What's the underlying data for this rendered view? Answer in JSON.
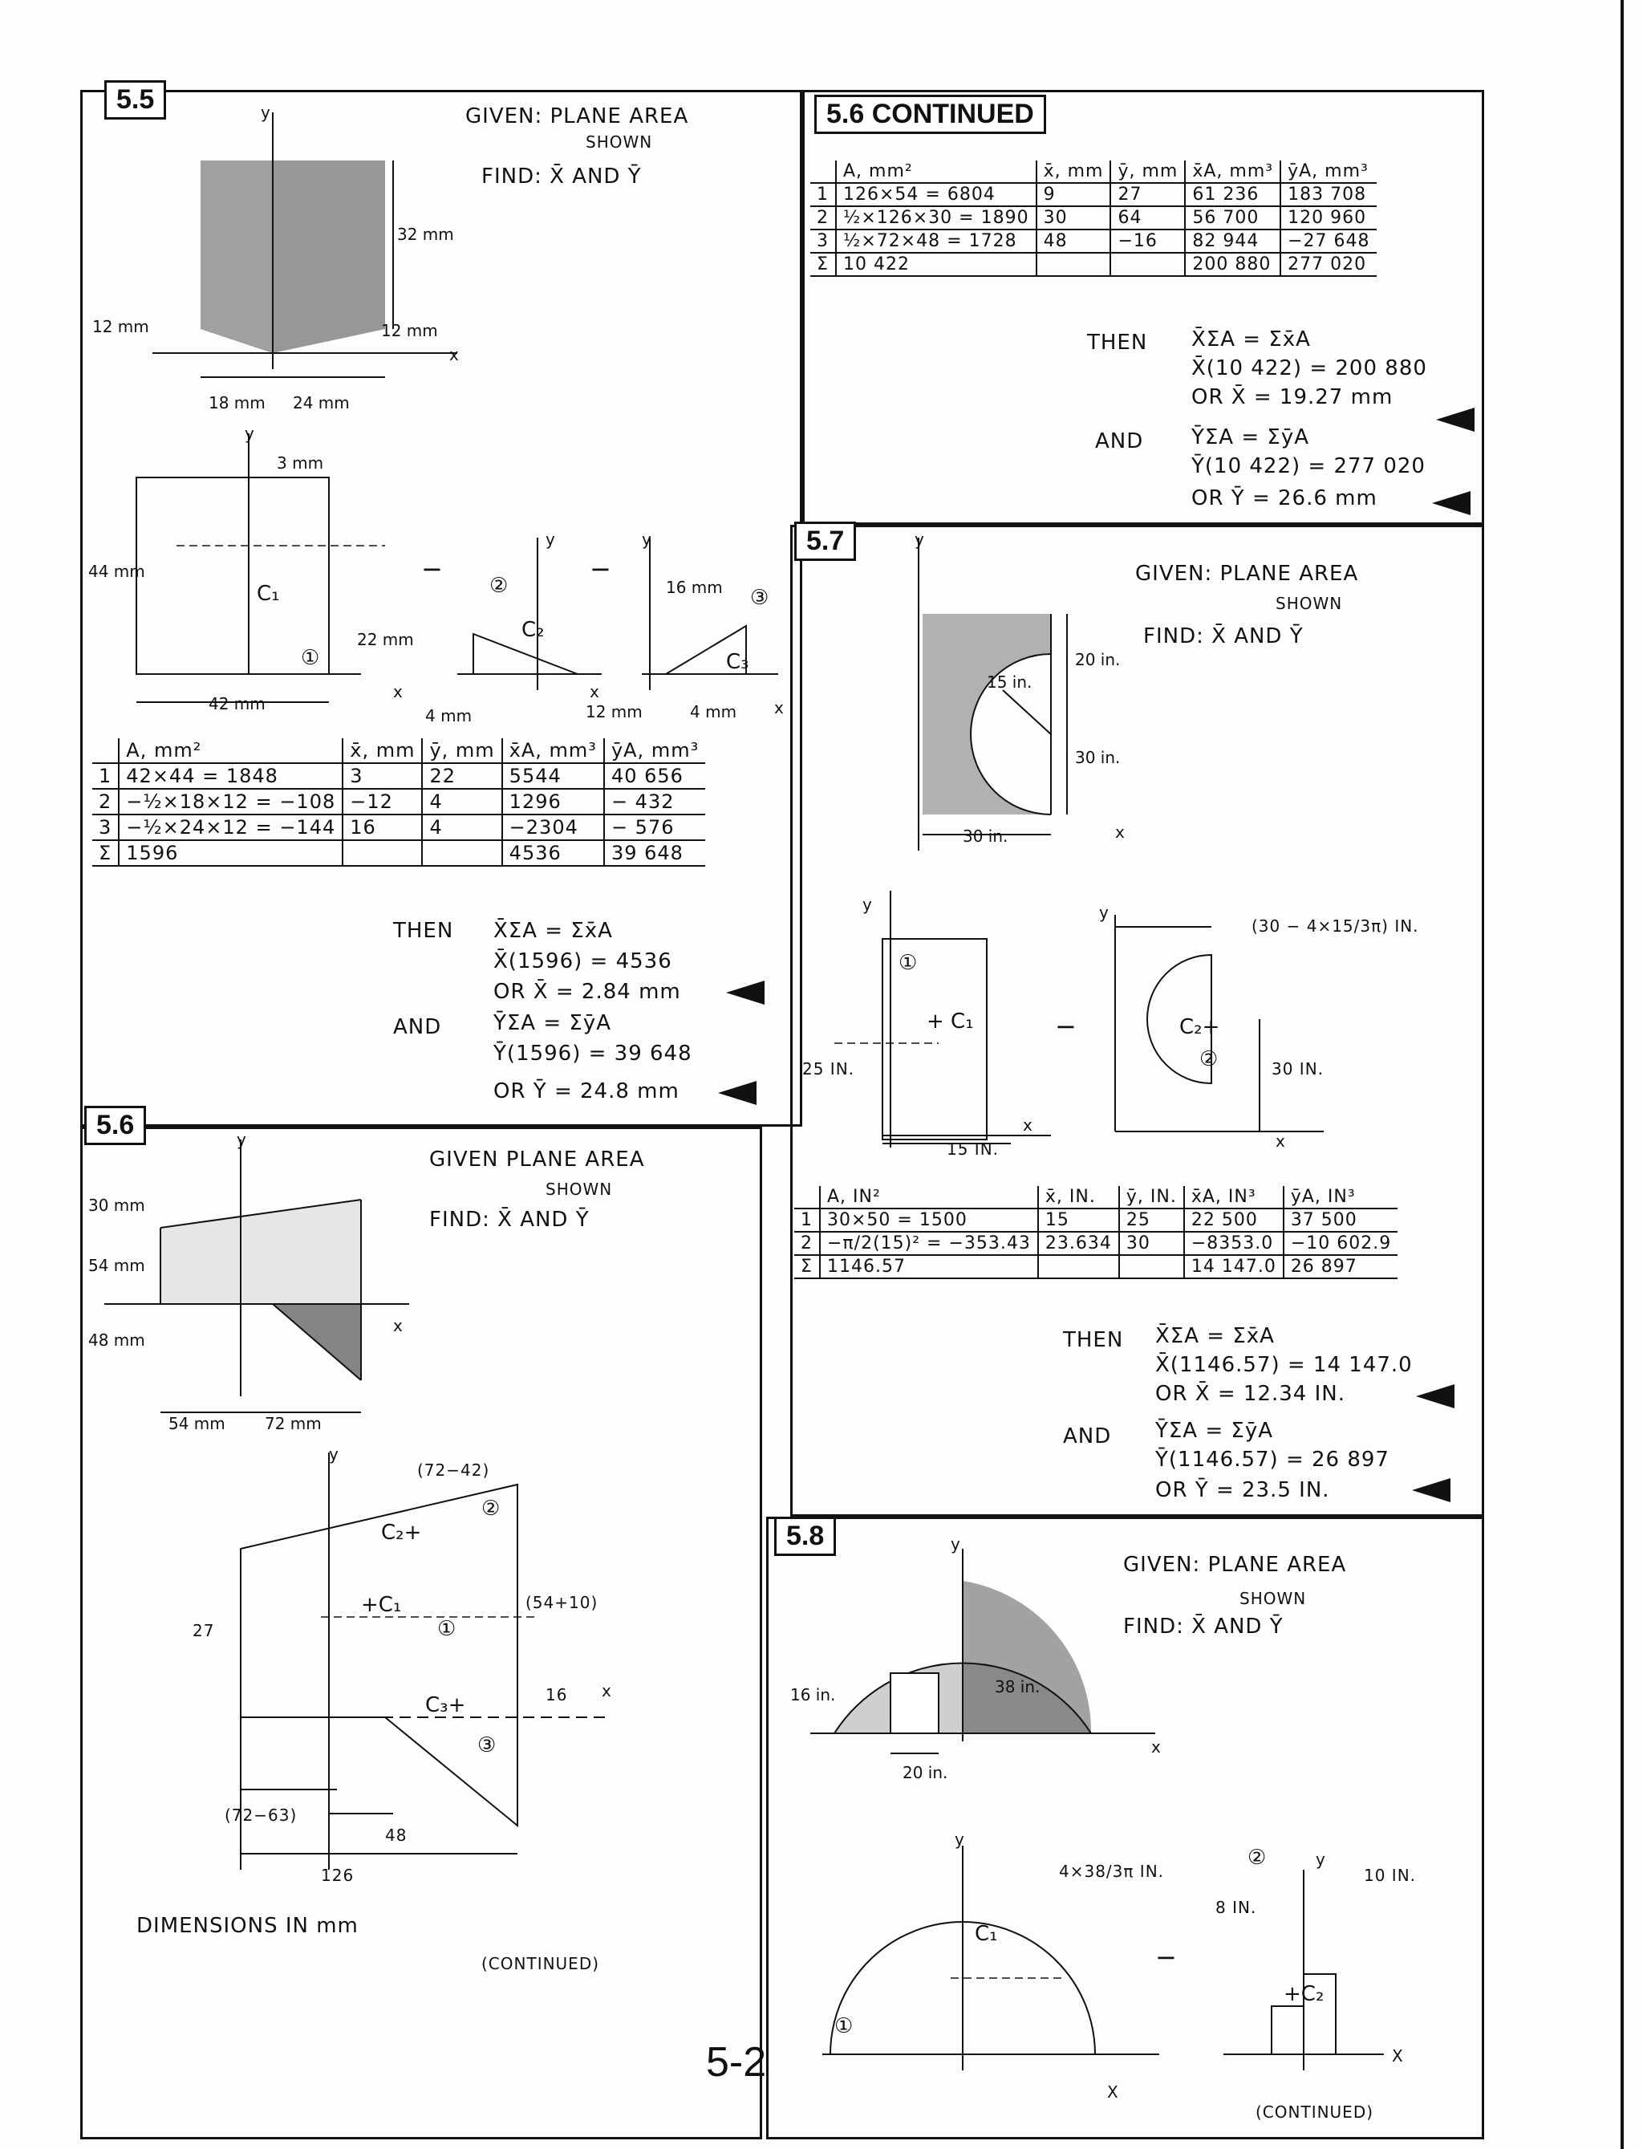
{
  "page_number": "5-2",
  "p55": {
    "tag": "5.5",
    "given": "GIVEN: PLANE AREA",
    "shown": "SHOWN",
    "find": "FIND: X̄ AND Ȳ",
    "dims": {
      "d32": "32 mm",
      "d12a": "12 mm",
      "d12b": "12 mm",
      "d18": "18 mm",
      "d24": "24 mm",
      "y": "y",
      "x": "x"
    },
    "sketch": {
      "d3": "3 mm",
      "d44": "44 mm",
      "d22": "22 mm",
      "d42": "42 mm",
      "d16": "16 mm",
      "d4a": "4 mm",
      "d12": "12 mm",
      "d4b": "4 mm",
      "c1": "C₁",
      "c2": "C₂",
      "c3": "C₃",
      "n1": "①",
      "n2": "②",
      "n3": "③",
      "minus1": "−",
      "minus2": "−",
      "y1": "y",
      "y2": "y",
      "y3": "y",
      "x1": "x",
      "x2": "x",
      "x3": "x"
    },
    "headers": [
      "",
      "A, mm²",
      "x̄, mm",
      "ȳ, mm",
      "x̄A, mm³",
      "ȳA, mm³"
    ],
    "rows": [
      [
        "1",
        "42×44 = 1848",
        "3",
        "22",
        "5544",
        "40 656"
      ],
      [
        "2",
        "−½×18×12 = −108",
        "−12",
        "4",
        "1296",
        "− 432"
      ],
      [
        "3",
        "−½×24×12 = −144",
        "16",
        "4",
        "−2304",
        "− 576"
      ],
      [
        "Σ",
        "1596",
        "",
        "",
        "4536",
        "39 648"
      ]
    ],
    "then": "THEN",
    "eq1": "X̄ΣA = Σx̄A",
    "eq2": "X̄(1596) = 4536",
    "eq3": "OR  X̄ = 2.84 mm",
    "and": "AND",
    "eq4": "ȲΣA = ΣȳA",
    "eq5": "Ȳ(1596) = 39 648",
    "eq6": "OR  Ȳ = 24.8 mm"
  },
  "p56": {
    "tag": "5.6",
    "given": "GIVEN PLANE AREA",
    "shown": "SHOWN",
    "find": "FIND: X̄ AND Ȳ",
    "dims": {
      "d30": "30 mm",
      "d54": "54 mm",
      "d48": "48 mm",
      "d54b": "54 mm",
      "d72": "72 mm",
      "y": "y",
      "x": "x"
    },
    "sketch": {
      "a": "(72−42)",
      "b": "(54+10)",
      "c": "27",
      "d": "16",
      "e": "(72−63)",
      "f": "48",
      "g": "126",
      "c1": "+C₁",
      "c2": "C₂+",
      "c3": "C₃+",
      "n1": "①",
      "n2": "②",
      "n3": "③",
      "y": "y",
      "x": "x"
    },
    "dimensions_note": "DIMENSIONS   IN   mm",
    "continued": "(CONTINUED)"
  },
  "p56c": {
    "tag": "5.6   CONTINUED",
    "headers": [
      "",
      "A, mm²",
      "x̄, mm",
      "ȳ, mm",
      "x̄A, mm³",
      "ȳA, mm³"
    ],
    "rows": [
      [
        "1",
        "126×54 = 6804",
        "9",
        "27",
        "61 236",
        "183 708"
      ],
      [
        "2",
        "½×126×30 = 1890",
        "30",
        "64",
        "56 700",
        "120 960"
      ],
      [
        "3",
        "½×72×48 = 1728",
        "48",
        "−16",
        "82 944",
        "−27 648"
      ],
      [
        "Σ",
        "10 422",
        "",
        "",
        "200 880",
        "277 020"
      ]
    ],
    "then": "THEN",
    "eq1": "X̄ΣA = Σx̄A",
    "eq2": "X̄(10 422) = 200 880",
    "eq3": "OR  X̄ = 19.27 mm",
    "and": "AND",
    "eq4": "ȲΣA = ΣȳA",
    "eq5": "Ȳ(10 422) = 277 020",
    "eq6": "OR  Ȳ = 26.6 mm"
  },
  "p57": {
    "tag": "5.7",
    "given": "GIVEN: PLANE AREA",
    "shown": "SHOWN",
    "find": "FIND: X̄ AND Ȳ",
    "dims": {
      "d20": "20 in.",
      "d15": "15 in.",
      "d30": "30 in.",
      "d30b": "30 in.",
      "y": "y",
      "x": "x"
    },
    "sketch": {
      "r": "(30 − 4×15/3π) IN.",
      "d25": "25 IN.",
      "d15": "15 IN.",
      "d30": "30 IN.",
      "c1": "+ C₁",
      "c2": "C₂+",
      "n1": "①",
      "n2": "②",
      "minus": "−",
      "y1": "y",
      "y2": "y",
      "x1": "x",
      "x2": "x"
    },
    "headers": [
      "",
      "A, IN²",
      "x̄, IN.",
      "ȳ, IN.",
      "x̄A, IN³",
      "ȳA, IN³"
    ],
    "rows": [
      [
        "1",
        "30×50 = 1500",
        "15",
        "25",
        "22 500",
        "37 500"
      ],
      [
        "2",
        "−π/2(15)² = −353.43",
        "23.634",
        "30",
        "−8353.0",
        "−10 602.9"
      ],
      [
        "Σ",
        "1146.57",
        "",
        "",
        "14 147.0",
        "26 897"
      ]
    ],
    "then": "THEN",
    "eq1": "X̄ΣA = Σx̄A",
    "eq2": "X̄(1146.57) = 14 147.0",
    "eq3": "OR  X̄ = 12.34 IN.",
    "and": "AND",
    "eq4": "ȲΣA = ΣȳA",
    "eq5": "Ȳ(1146.57) = 26 897",
    "eq6": "OR  Ȳ = 23.5 IN."
  },
  "p58": {
    "tag": "5.8",
    "given": "GIVEN: PLANE AREA",
    "shown": "SHOWN",
    "find": "FIND: X̄ AND Ȳ",
    "dims": {
      "d16": "16 in.",
      "d38": "38 in.",
      "d20": "20 in.",
      "y": "y",
      "x": "x"
    },
    "sketch": {
      "r": "4×38/3π IN.",
      "d10": "10 IN.",
      "d8": "8 IN.",
      "c1": "C₁",
      "c2": "+C₂",
      "n1": "①",
      "n2": "②",
      "minus": "−",
      "y1": "y",
      "y2": "y",
      "x1": "X",
      "x2": "X"
    },
    "continued": "(CONTINUED)"
  }
}
